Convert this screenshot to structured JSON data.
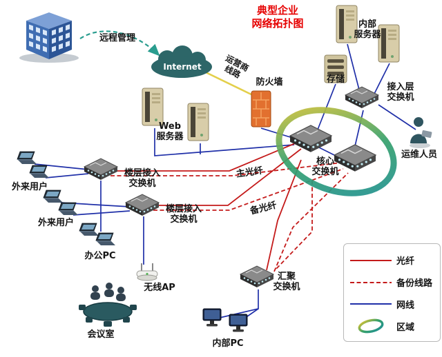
{
  "title": {
    "line1": "典型企业",
    "line2": "网络拓扑图"
  },
  "nodes": {
    "remote_mgmt": {
      "label": "远程管理"
    },
    "internet": {
      "label": "Internet"
    },
    "carrier_line": {
      "line1": "运营商",
      "line2": "线路"
    },
    "firewall": {
      "label": "防火墙"
    },
    "web_server": {
      "line1": "Web",
      "line2": "服务器"
    },
    "internal_server": {
      "line1": "内部",
      "line2": "服务器"
    },
    "storage": {
      "label": "存储"
    },
    "access_switch": {
      "line1": "接入层",
      "line2": "交换机"
    },
    "core_switch": {
      "line1": "核心",
      "line2": "交换机"
    },
    "ops_staff": {
      "label": "运维人员"
    },
    "external_user_1": {
      "label": "外来用户"
    },
    "external_user_2": {
      "label": "外来用户"
    },
    "floor_switch_1": {
      "line1": "楼层接入",
      "line2": "交换机"
    },
    "floor_switch_2": {
      "line1": "楼层接入",
      "line2": "交换机"
    },
    "office_pc": {
      "label": "办公PC"
    },
    "wireless_ap": {
      "label": "无线AP"
    },
    "meeting_room": {
      "label": "会议室"
    },
    "agg_switch": {
      "line1": "汇聚",
      "line2": "交换机"
    },
    "internal_pc": {
      "label": "内部PC"
    }
  },
  "edges": {
    "main_fiber": "主光纤",
    "backup_fiber": "备光纤"
  },
  "legend": {
    "items": [
      {
        "label": "光纤",
        "style": "solid-red"
      },
      {
        "label": "备份线路",
        "style": "dashed-red"
      },
      {
        "label": "网线",
        "style": "solid-blue"
      },
      {
        "label": "区域",
        "style": "gradient-ring"
      }
    ]
  },
  "colors": {
    "title": "#e60000",
    "fiber": "#c41a1a",
    "backup_line": "#c41a1a",
    "network_cable": "#1f2fa8",
    "carrier_line": "#e3cf4a",
    "remote_arrow": "#2a9d8f",
    "ring": [
      "#e7c52e",
      "#35a06b",
      "#1d8f96"
    ]
  }
}
